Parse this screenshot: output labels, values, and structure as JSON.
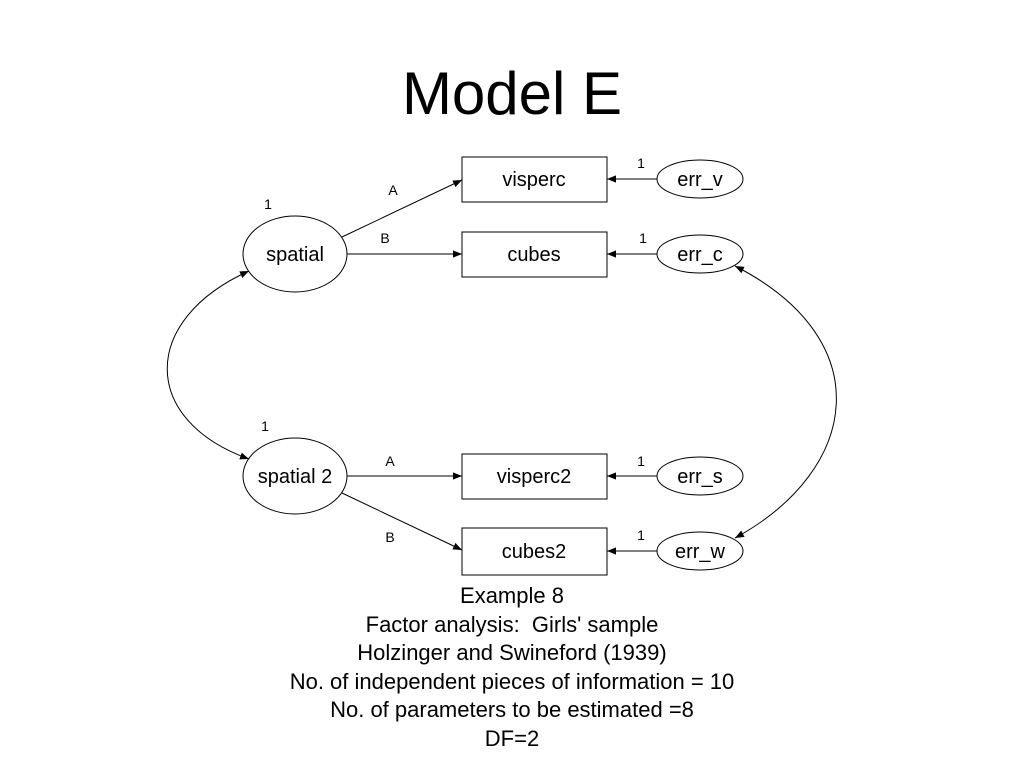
{
  "title": "Model E",
  "nodes": {
    "spatial": "spatial",
    "spatial2": "spatial 2",
    "visperc": "visperc",
    "cubes": "cubes",
    "visperc2": "visperc2",
    "cubes2": "cubes2",
    "err_v": "err_v",
    "err_c": "err_c",
    "err_s": "err_s",
    "err_w": "err_w"
  },
  "labels": {
    "spatial_variance": "1",
    "spatial2_variance": "1",
    "path_visperc": "A",
    "path_cubes": "B",
    "path_visperc2": "A",
    "path_cubes2": "B",
    "err_v_weight": "1",
    "err_c_weight": "1",
    "err_s_weight": "1",
    "err_w_weight": "1"
  },
  "caption": [
    "Example 8",
    "Factor analysis:  Girls' sample",
    "Holzinger and Swineford (1939)",
    "No. of independent pieces of information = 10",
    "No. of parameters to be estimated =8",
    "DF=2"
  ]
}
